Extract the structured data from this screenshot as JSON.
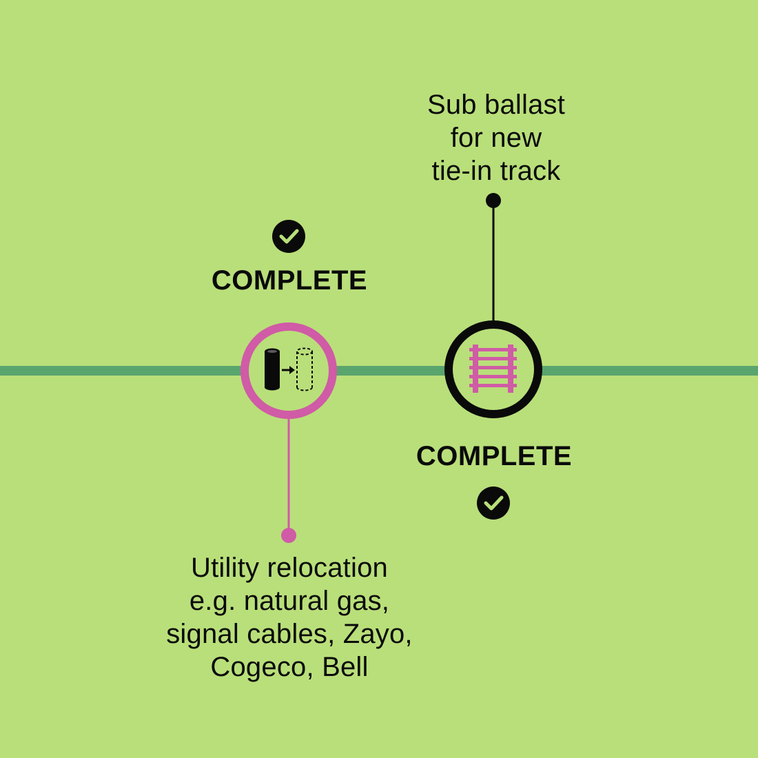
{
  "colors": {
    "background": "#b9df7a",
    "timeline": "#5aa46e",
    "utility_accent": "#d05ba6",
    "ballast_accent": "#0a0a0a",
    "text": "#0a0a0a"
  },
  "milestones": [
    {
      "icon": "utility-relocation-icon",
      "label_lines": [
        "Utility relocation",
        "e.g. natural gas,",
        "signal cables, Zayo,",
        "Cogeco, Bell"
      ],
      "status": "COMPLETE",
      "status_icon": "check-circle-icon"
    },
    {
      "icon": "railway-track-icon",
      "label_lines": [
        "Sub ballast",
        "for new",
        "tie-in track"
      ],
      "status": "COMPLETE",
      "status_icon": "check-circle-icon"
    }
  ]
}
